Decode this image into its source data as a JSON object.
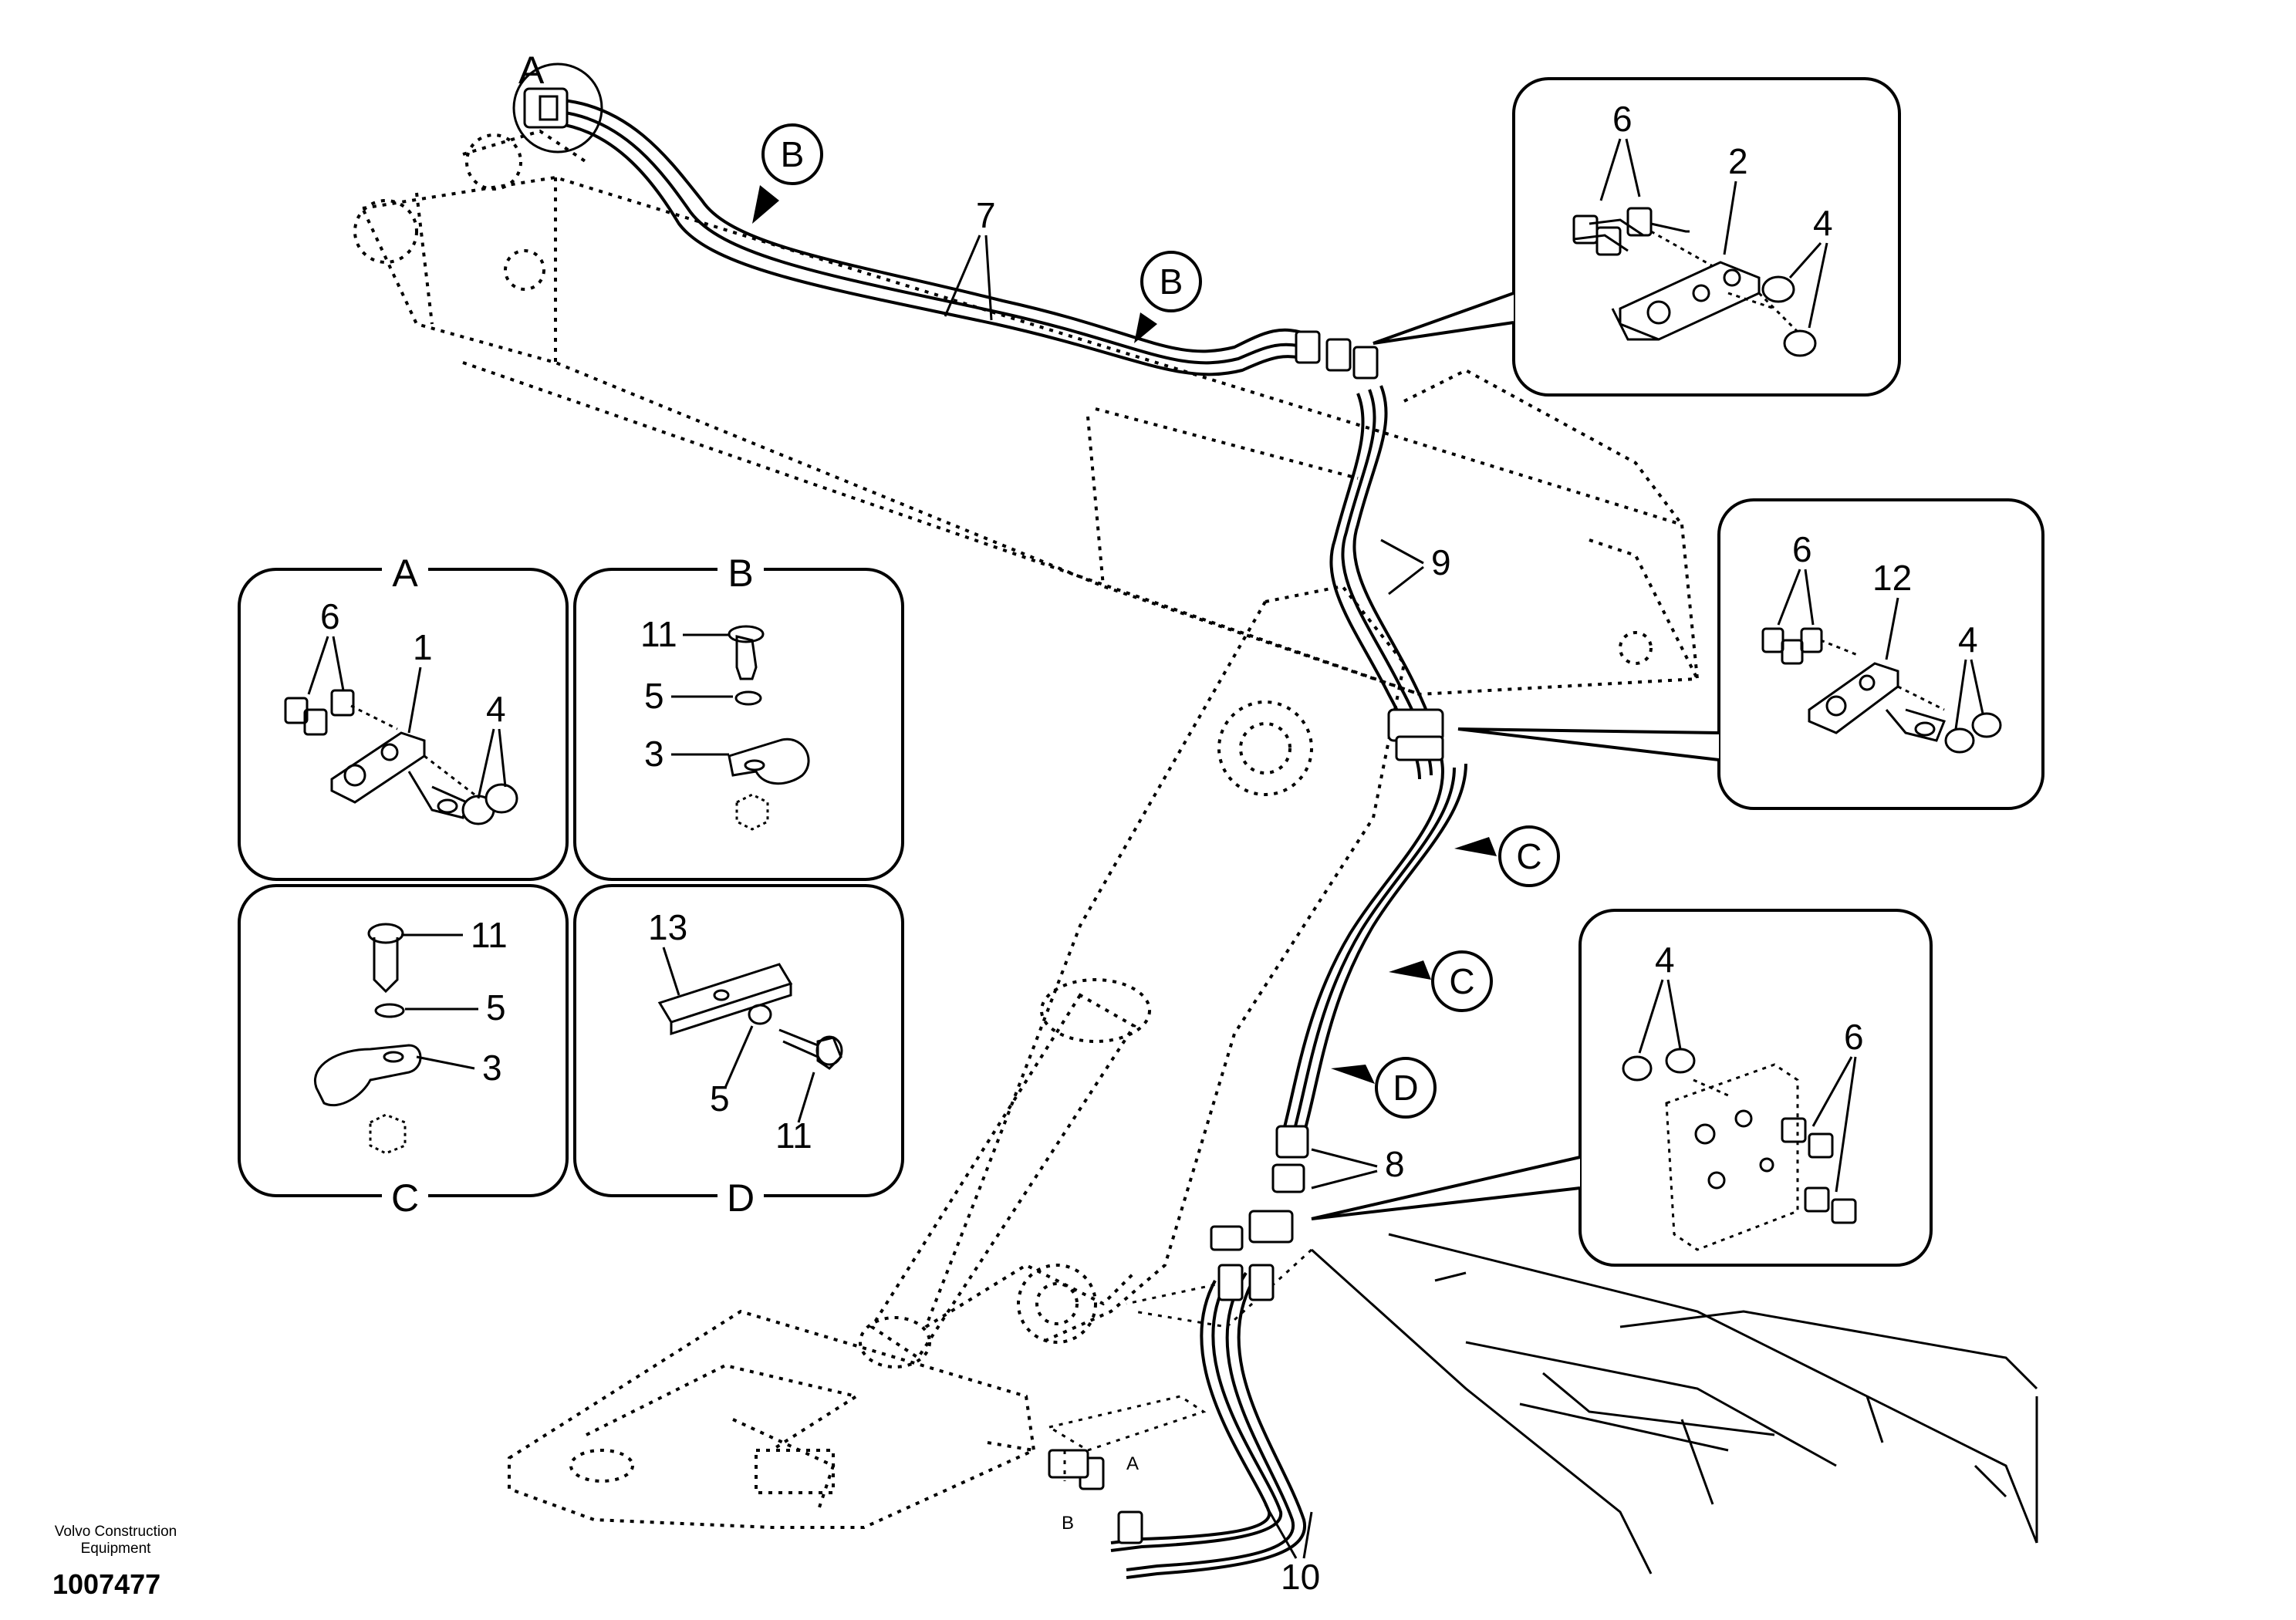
{
  "footer": {
    "company_line1": "Volvo Construction",
    "company_line2": "Equipment",
    "drawing_number": "1007477"
  },
  "main": {
    "view_a_marker": "A",
    "callouts": {
      "b": "B",
      "c": "C",
      "d": "D"
    },
    "part_numbers": {
      "p7": "7",
      "p9": "9",
      "p8": "8",
      "p10": "10"
    },
    "port_labels": {
      "a": "A",
      "b": "B"
    }
  },
  "details": {
    "top_right": {
      "p6": "6",
      "p2": "2",
      "p4": "4"
    },
    "mid_right": {
      "p6": "6",
      "p12": "12",
      "p4": "4"
    },
    "low_right": {
      "p4": "4",
      "p6": "6"
    }
  },
  "sections": {
    "a": {
      "title": "A",
      "p6": "6",
      "p1": "1",
      "p4": "4"
    },
    "b": {
      "title": "B",
      "p11": "11",
      "p5": "5",
      "p3": "3"
    },
    "c": {
      "title": "C",
      "p11": "11",
      "p5": "5",
      "p3": "3"
    },
    "d": {
      "title": "D",
      "p13": "13",
      "p5": "5",
      "p11": "11"
    }
  }
}
